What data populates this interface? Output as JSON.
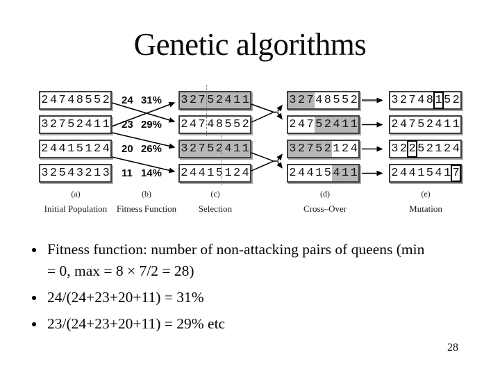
{
  "slide": {
    "title": "Genetic algorithms",
    "page_number": "28"
  },
  "figure": {
    "columns": [
      {
        "letter": "(a)",
        "name": "Initial Population"
      },
      {
        "letter": "(b)",
        "name": "Fitness Function"
      },
      {
        "letter": "(c)",
        "name": "Selection"
      },
      {
        "letter": "(d)",
        "name": "Cross–Over"
      },
      {
        "letter": "(e)",
        "name": "Mutation"
      }
    ],
    "initial_population": [
      "24748552",
      "32752411",
      "24415124",
      "32543213"
    ],
    "fitness": [
      {
        "score": "24",
        "pct": "31%"
      },
      {
        "score": "23",
        "pct": "29%"
      },
      {
        "score": "20",
        "pct": "26%"
      },
      {
        "score": "11",
        "pct": "14%"
      }
    ],
    "selection": [
      {
        "value": "32752411",
        "selected": true
      },
      {
        "value": "24748552",
        "selected": false
      },
      {
        "value": "32752411",
        "selected": true
      },
      {
        "value": "24415124",
        "selected": false
      }
    ],
    "crossover": [
      {
        "value": "32748552",
        "shaded": [
          0,
          3
        ]
      },
      {
        "value": "24752411",
        "shaded": [
          3,
          8
        ]
      },
      {
        "value": "32752124",
        "shaded": [
          0,
          5
        ]
      },
      {
        "value": "24415411",
        "shaded": [
          5,
          8
        ]
      }
    ],
    "mutation": [
      {
        "value": "32748152",
        "boxed_index": 5
      },
      {
        "value": "24752411",
        "boxed_index": null
      },
      {
        "value": "32252124",
        "boxed_index": 2
      },
      {
        "value": "24415417",
        "boxed_index": 7
      }
    ]
  },
  "bullets": [
    {
      "lines": [
        "Fitness function: number of non-attacking pairs of queens (min",
        "= 0, max = 8 × 7/2 = 28)"
      ]
    },
    {
      "lines": [
        "24/(24+23+20+11) = 31%"
      ]
    },
    {
      "lines": [
        "23/(24+23+20+11) = 29% etc"
      ]
    }
  ],
  "colors": {
    "selected_fill": "#b7b7b7",
    "box_border": "#3f3f3f",
    "background": "#ffffff"
  }
}
